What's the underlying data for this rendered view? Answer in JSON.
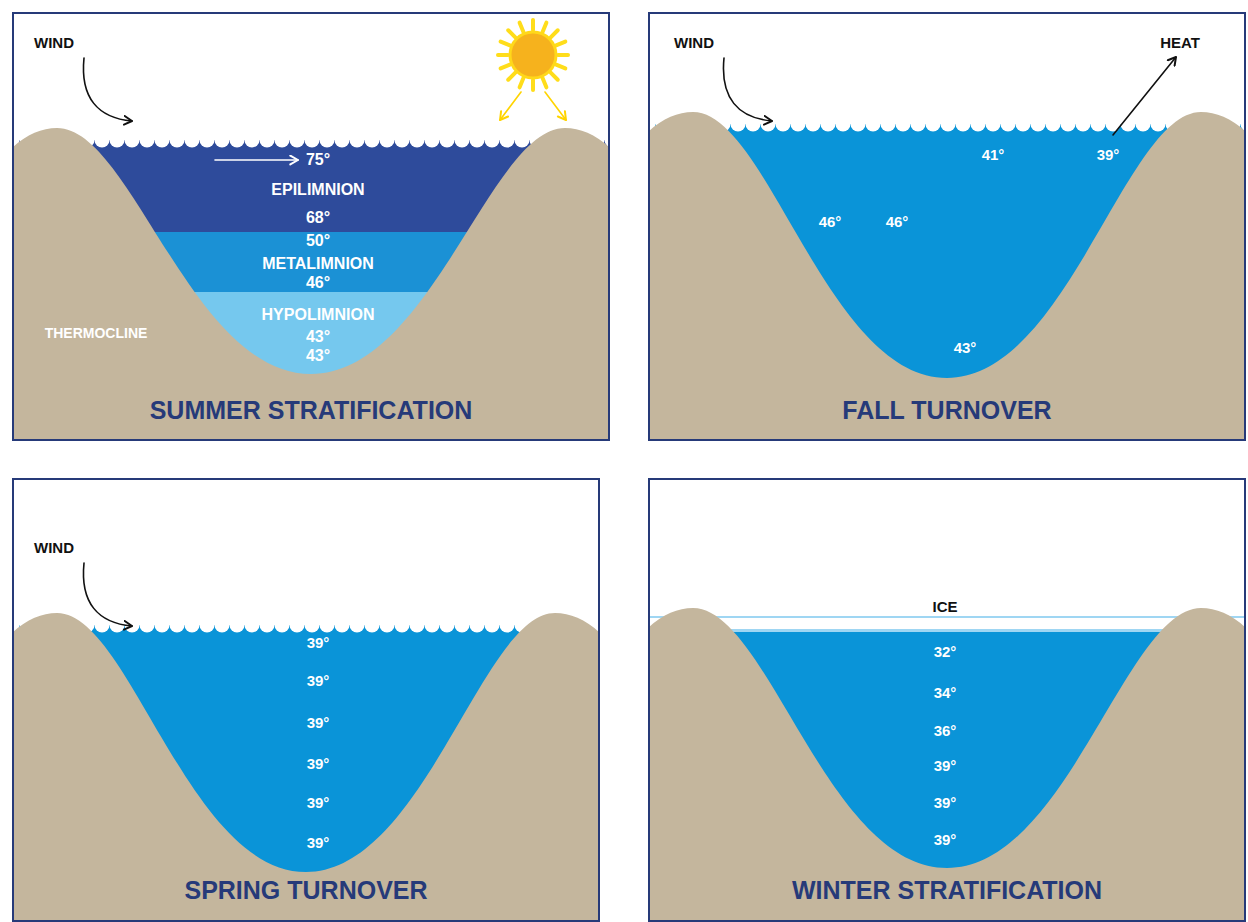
{
  "diagram": {
    "nodes": [
      {
        "text": [
          "SUMMER STRATIFICATION"
        ]
      },
      {
        "text": [
          "75°",
          "EPILIMNION",
          "68°"
        ],
        "in": 0
      },
      {
        "text": [
          "50°",
          "METALIMNION",
          "46°"
        ],
        "in": 0
      },
      {
        "text": [
          "HYPOLIMNION",
          "43°",
          "43°"
        ],
        "in": 0
      },
      {
        "text": [
          "FALL TURNOVER"
        ]
      },
      {
        "text": [
          "SPRING TURNOVER"
        ]
      },
      {
        "text": [
          "WINTER STRATIFICATION"
        ]
      }
    ],
    "edges": [
      {
        "from": 0,
        "to": 4,
        "arrow": "to"
      },
      {
        "from": 4,
        "to": 6,
        "arrow": "to"
      },
      {
        "from": 6,
        "to": 5,
        "arrow": "to"
      },
      {
        "from": 5,
        "to": 0,
        "arrow": "to"
      }
    ],
    "labels": [
      "WIND",
      "THERMOCLINE",
      "WIND",
      "HEAT",
      "46°",
      "46°",
      "41°",
      "39°",
      "43°",
      "WIND",
      "39°",
      "39°",
      "39°",
      "39°",
      "39°",
      "39°",
      "ICE",
      "32°",
      "34°",
      "36°",
      "39°",
      "39°",
      "39°"
    ]
  }
}
